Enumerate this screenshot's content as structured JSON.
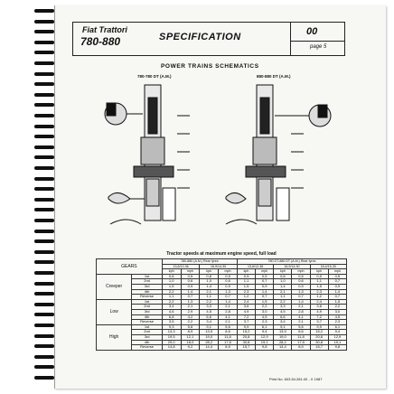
{
  "header": {
    "brand_line1": "Fiat Trattori",
    "brand_line2": "780-880",
    "title": "SPECIFICATION",
    "section": "00",
    "page": "page 5"
  },
  "schematics": {
    "title": "POWER TRAINS SCHEMATICS",
    "left_label": "780-780 DT (A.M.)",
    "right_label": "880-880 DT (A.M.)"
  },
  "table": {
    "caption": "Tractor speeds at maximum engine speed, full load",
    "gears_header": "GEARS",
    "col_groups": [
      "780-880 (A.M.) Rear tyres",
      "780 DT-880 DT (A.M.) Rear tyres"
    ],
    "tyre_sizes": [
      "13,6/12-36",
      "16,9/14-30",
      "13,6/12-38",
      "16,9/14-30",
      "18,4/15-30"
    ],
    "unit_labels": [
      "kph",
      "mph"
    ],
    "groups": [
      {
        "name": "Creeper",
        "rows": [
          {
            "gear": "1st",
            "vals": [
              "0,8",
              "0,5",
              "0,8",
              "0,5",
              "0,9",
              "0,5",
              "0,8",
              "0,5",
              "0,9",
              "0,5"
            ]
          },
          {
            "gear": "2nd",
            "vals": [
              "1,0",
              "0,6",
              "1,0",
              "0,6",
              "1,1",
              "0,7",
              "1,0",
              "0,6",
              "1,1",
              "0,7"
            ]
          },
          {
            "gear": "3rd",
            "vals": [
              "1,5",
              "0,9",
              "1,4",
              "0,9",
              "1,5",
              "0,9",
              "1,4",
              "0,9",
              "1,5",
              "0,9"
            ]
          },
          {
            "gear": "4th",
            "vals": [
              "2,2",
              "1,4",
              "2,1",
              "1,3",
              "2,3",
              "1,4",
              "2,1",
              "1,3",
              "2,3",
              "1,4"
            ]
          },
          {
            "gear": "Reverse",
            "vals": [
              "1,1",
              "0,7",
              "1,1",
              "0,7",
              "1,2",
              "0,7",
              "1,1",
              "0,7",
              "1,2",
              "0,7"
            ]
          }
        ]
      },
      {
        "name": "Low",
        "rows": [
          {
            "gear": "1st",
            "vals": [
              "2,2",
              "1,3",
              "2,2",
              "1,4",
              "2,4",
              "1,5",
              "2,2",
              "1,4",
              "2,4",
              "1,5"
            ]
          },
          {
            "gear": "2nd",
            "vals": [
              "3,4",
              "2,1",
              "3,3",
              "2,1",
              "3,6",
              "2,2",
              "3,3",
              "2,1",
              "3,6",
              "2,2"
            ]
          },
          {
            "gear": "3rd",
            "vals": [
              "4,6",
              "2,9",
              "4,5",
              "2,8",
              "4,9",
              "3,0",
              "4,5",
              "2,8",
              "4,9",
              "3,0"
            ]
          },
          {
            "gear": "4th",
            "vals": [
              "6,8",
              "4,2",
              "6,6",
              "4,1",
              "7,2",
              "4,5",
              "6,6",
              "4,1",
              "7,2",
              "4,5"
            ]
          },
          {
            "gear": "Reverse",
            "vals": [
              "3,5",
              "2,2",
              "3,4",
              "2,1",
              "3,7",
              "2,3",
              "3,4",
              "2,1",
              "3,7",
              "2,3"
            ]
          }
        ]
      },
      {
        "name": "High",
        "rows": [
          {
            "gear": "1st",
            "vals": [
              "9,3",
              "5,8",
              "9,1",
              "5,6",
              "9,9",
              "6,1",
              "9,1",
              "5,6",
              "9,9",
              "6,1"
            ]
          },
          {
            "gear": "2nd",
            "vals": [
              "14,3",
              "8,9",
              "13,9",
              "8,6",
              "15,2",
              "9,4",
              "13,9",
              "8,6",
              "15,2",
              "9,4"
            ]
          },
          {
            "gear": "3rd",
            "vals": [
              "19,5",
              "12,1",
              "19,0",
              "11,8",
              "20,8",
              "12,9",
              "19,0",
              "11,8",
              "20,8",
              "12,9"
            ]
          },
          {
            "gear": "4th",
            "vals": [
              "29,0",
              "18,0",
              "28,2",
              "17,5",
              "30,8",
              "19,1",
              "28,2",
              "17,5",
              "30,8",
              "19,1"
            ]
          },
          {
            "gear": "Reverse",
            "vals": [
              "14,8",
              "9,2",
              "14,4",
              "8,9",
              "15,7",
              "9,8",
              "14,4",
              "8,9",
              "15,7",
              "9,8"
            ]
          }
        ]
      }
    ]
  },
  "footer": {
    "print_no": "Print No. 603.54.281.00 - X 1987"
  }
}
